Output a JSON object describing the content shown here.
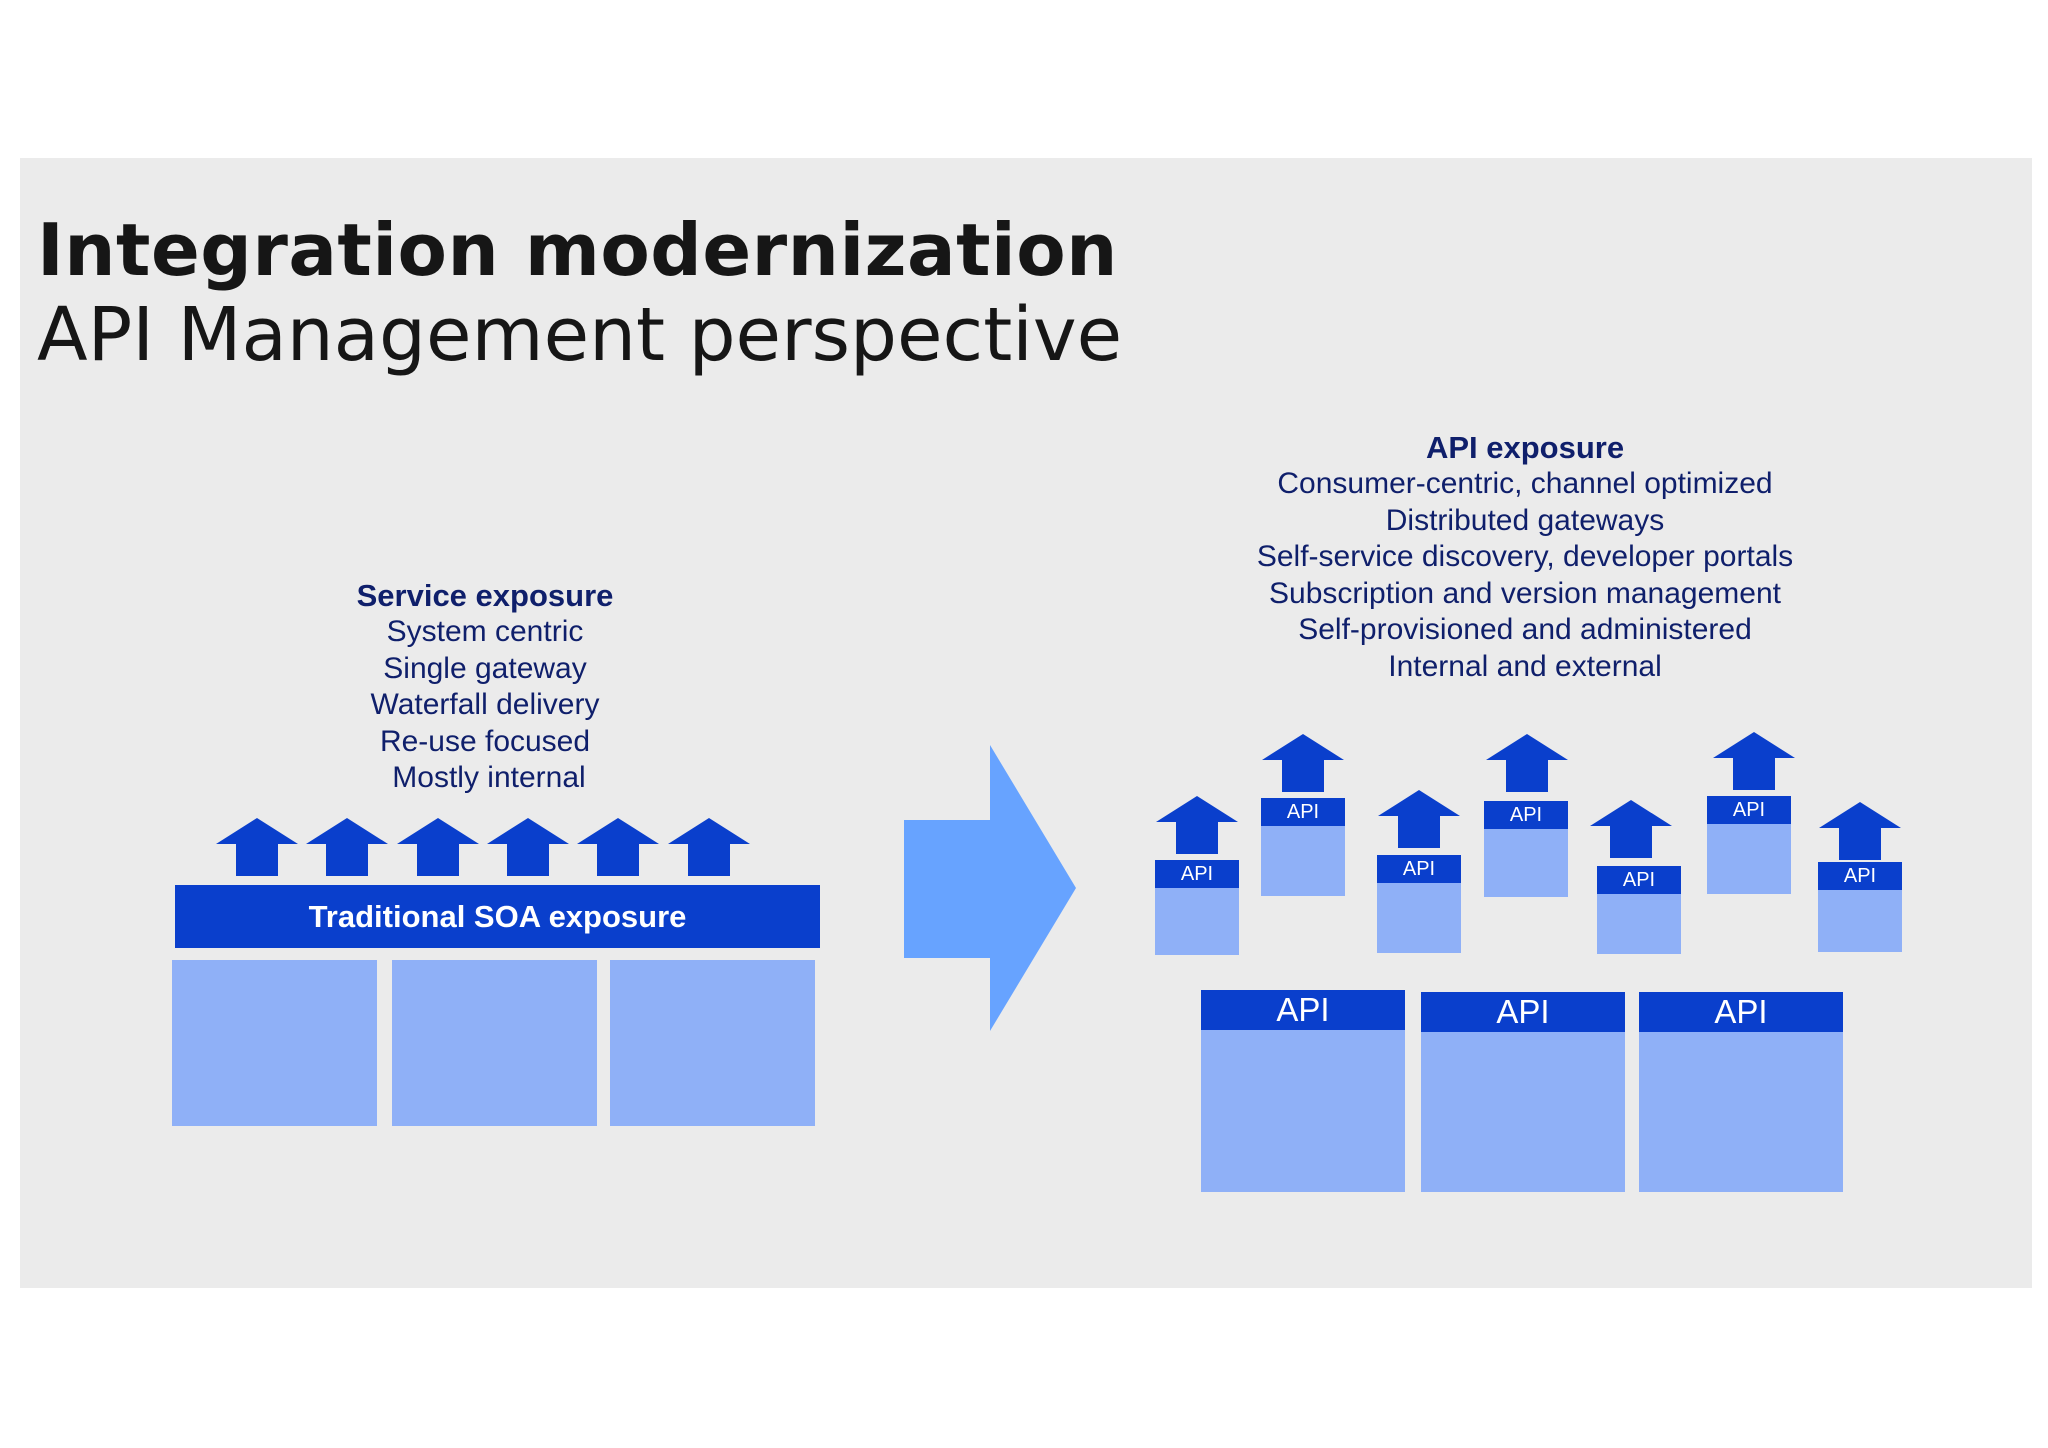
{
  "title": "Integration modernization",
  "subtitle": "API Management perspective",
  "left": {
    "heading": "Service exposure",
    "lines": [
      "System centric",
      "Single gateway",
      "Waterfall delivery",
      "Re-use focused",
      "Mostly internal"
    ],
    "bar_label": "Traditional SOA exposure"
  },
  "right": {
    "heading": "API exposure",
    "lines": [
      "Consumer-centric, channel optimized",
      "Distributed gateways",
      "Self-service discovery, developer portals",
      "Subscription and version management",
      "Self-provisioned and administered",
      "Internal and external"
    ],
    "small_api_labels": [
      "API",
      "API",
      "API",
      "API",
      "API",
      "API",
      "API"
    ],
    "big_api_labels": [
      "API",
      "API",
      "API"
    ]
  },
  "colors": {
    "dark_blue": "#0a3fcc",
    "light_blue": "#8fb0f7",
    "arrow_blue": "#67a3ff",
    "text_navy": "#0f1f6b",
    "background": "#ebebeb"
  }
}
